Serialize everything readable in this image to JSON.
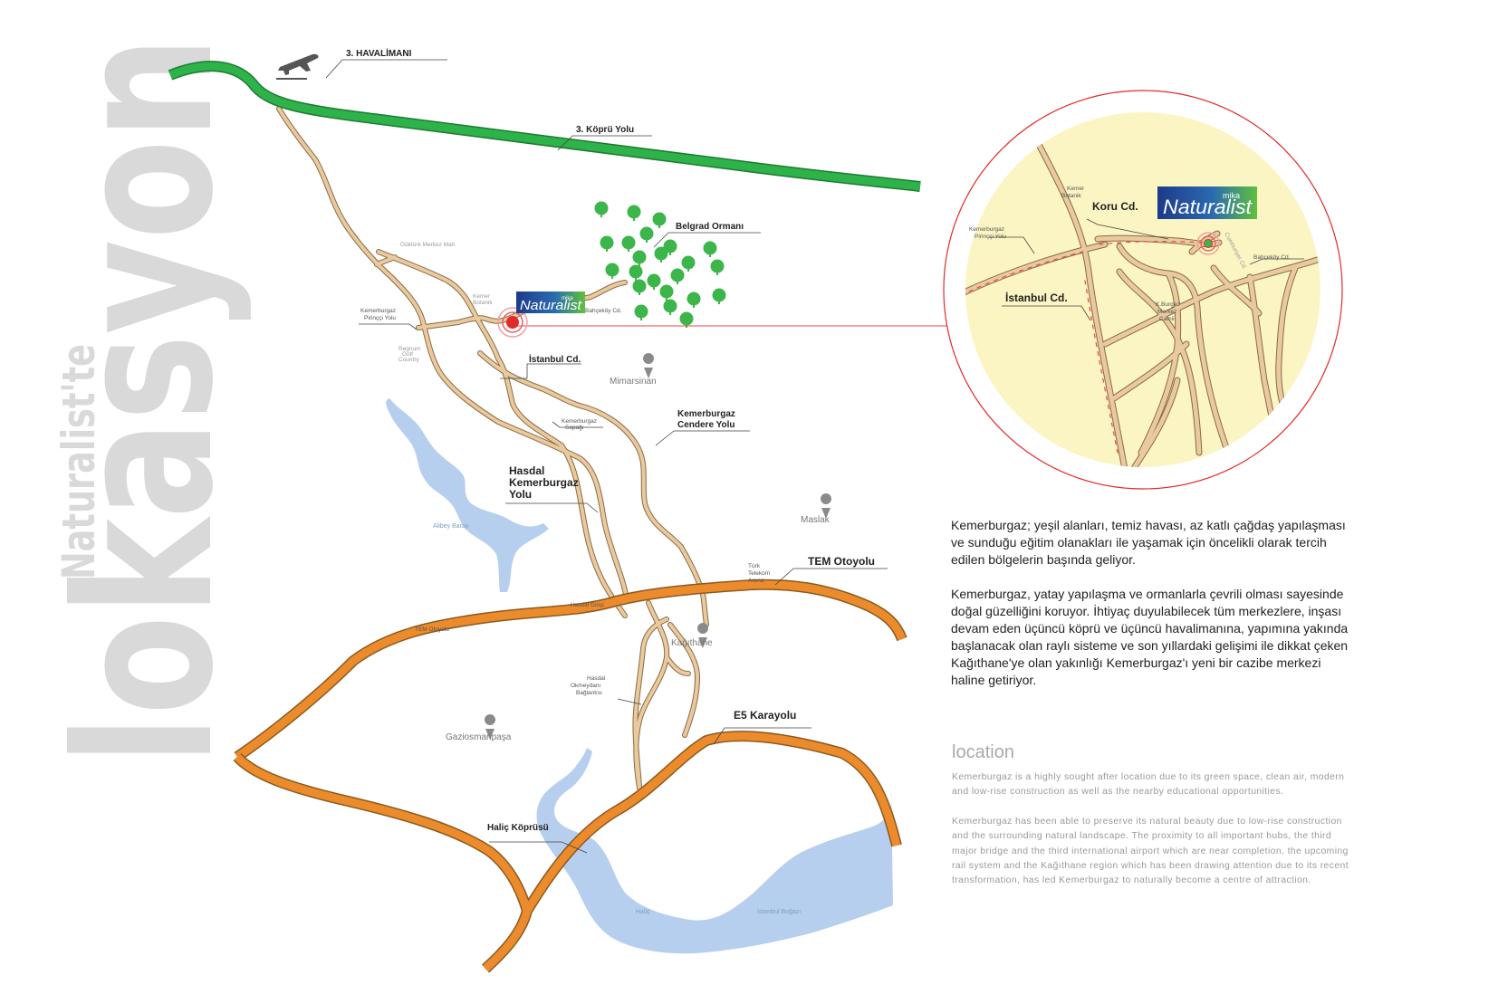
{
  "title": {
    "main": "lokasyon",
    "sub": "Naturalist'te"
  },
  "brand": {
    "prefix": "mika",
    "name": "Naturalist"
  },
  "labels": {
    "airport": "3. HAVALİMANI",
    "bridge_road": "3. Köprü Yolu",
    "forest": "Belgrad Ormanı",
    "gokturk": "Göktürk Merkez Mah.",
    "kemer_botanik_1": "Kemer",
    "kemer_botanik_2": "Botanik",
    "pirincci_1": "Kemerburgaz",
    "pirincci_2": "Pirinççi Yolu",
    "bahcekoy": "Bahçeköy Cd.",
    "regnum_1": "Regnum",
    "regnum_2": "Golf",
    "regnum_3": "Country",
    "istanbul_cd": "İstanbul Cd.",
    "mimarsinan": "Mimarsinan",
    "sapagi_1": "Kemerburgaz",
    "sapagi_2": "Sapağı",
    "cendere_1": "Kemerburgaz",
    "cendere_2": "Cendere Yolu",
    "hasdal_1": "Hasdal",
    "hasdal_2": "Kemerburgaz",
    "hasdal_3": "Yolu",
    "alibey": "Alibey Barajı",
    "maslak": "Maslak",
    "telekom_1": "Türk",
    "telekom_2": "Telekom",
    "telekom_3": "Arena",
    "tem": "TEM Otoyolu",
    "tem_small": "TEM Otoyolu",
    "hasdal_giris": "Hasdal Girişi",
    "kagithane": "Kağıthane",
    "okmeydani_1": "Hasdal",
    "okmeydani_2": "Okmeydanı",
    "okmeydani_3": "Bağlantısı",
    "e5": "E5 Karayolu",
    "gaziosmanpasa": "Gaziosmanpaşa",
    "halic_koprusu": "Haliç Köprüsü",
    "halic": "Haliç",
    "bogazi": "İstanbul Boğazı"
  },
  "inset": {
    "kemer_1": "Kemer",
    "kemer_2": "Botanik",
    "koru": "Koru Cd.",
    "pirincci_1": "Kemerburgaz",
    "pirincci_2": "Pirinççi Yolu",
    "istanbul": "İstanbul Cd.",
    "bahcekoy": "Bahçeköy Cd.",
    "cami_1": "K.Burgaz",
    "cami_2": "Merkez",
    "cami_3": "Camii",
    "side_road": "Cumhuriyet Cd."
  },
  "description_tr": [
    "Kemerburgaz; yeşil alanları, temiz havası, az katlı çağdaş yapılaşması ve sunduğu eğitim olanakları ile yaşamak için öncelikli olarak tercih edilen bölgelerin başında geliyor.",
    "Kemerburgaz, yatay yapılaşma ve ormanlarla çevrili olması sayesinde doğal güzelliğini koruyor. İhtiyaç duyulabilecek tüm merkezlere, inşası devam eden üçüncü köprü ve üçüncü havalimanına, yapımına yakında başlanacak olan raylı sisteme ve son yıllardaki gelişimi ile dikkat çeken Kağıthane'ye olan yakınlığı Kemerburgaz'ı yeni bir cazibe merkezi haline getiriyor."
  ],
  "location_title": "location",
  "description_en": [
    "Kemerburgaz is a highly sought after location due to its green space, clean air, modern and low-rise construction as well as the nearby educational opportunities.",
    "Kemerburgaz has been able to preserve its natural beauty due to low-rise construction and the surrounding natural landscape. The proximity to all important hubs, the third major bridge and the third international airport which are near completion, the upcoming rail system and the Kağıthane region which has been drawing attention due to its recent transformation, has led Kemerburgaz to naturally become a centre of attraction."
  ],
  "colors": {
    "highway_green": "#2db34a",
    "highway_orange": "#ec8b2c",
    "local_road": "#e9c99e",
    "road_outline": "#8a6a45",
    "water": "#b7cfee",
    "tree": "#3cb54a",
    "inset_fill": "#fbf5c3",
    "marker_red": "#e22b2b",
    "title_grey": "#d9d9d9"
  },
  "icons": [
    "airplane-icon",
    "place-pin-icon",
    "location-marker-icon",
    "tree-icon"
  ]
}
